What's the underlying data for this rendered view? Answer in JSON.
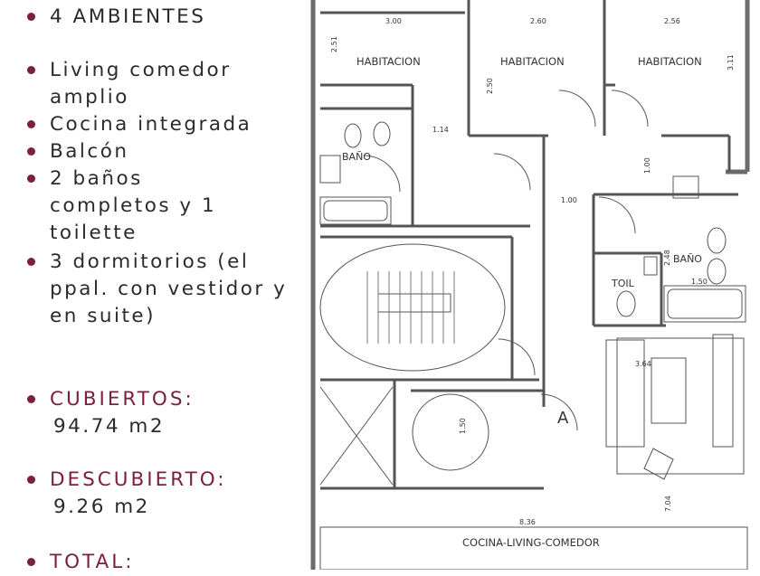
{
  "features": {
    "ambientes": "4 AMBIENTES",
    "living": "Living comedor amplio",
    "cocina": "Cocina integrada",
    "balcon": "Balcón",
    "banos": "2 baños completos y 1 toilette",
    "dormitorios": "3 dormitorios (el ppal. con vestidor y en suite)"
  },
  "areas": {
    "cubiertos_label": "CUBIERTOS:",
    "cubiertos_value": "94.74 m2",
    "descubierto_label": "DESCUBIERTO:",
    "descubierto_value": "9.26 m2",
    "total_label": "TOTAL:"
  },
  "plan": {
    "rooms": {
      "habitacion_1": "HABITACION",
      "habitacion_2": "HABITACION",
      "habitacion_3": "HABITACION",
      "bano_1": "BAÑO",
      "bano_2": "BAÑO",
      "toilette": "TOIL",
      "cocina_living": "COCINA-LIVING-COMEDOR",
      "marker_a": "A"
    },
    "dimensions": {
      "d_300": "3.00",
      "d_260": "2.60",
      "d_256": "2.56",
      "d_251": "2.51",
      "d_311": "3.11",
      "d_250": "2.50",
      "d_114": "1.14",
      "d_100a": "1.00",
      "d_100b": "1.00",
      "d_248": "2.48",
      "d_150a": "1.50",
      "d_364": "3.64",
      "d_150b": "1.50",
      "d_704": "7.04",
      "d_836": "8.36"
    }
  },
  "colors": {
    "accent": "#7a1f3d",
    "text": "#2b2b2b",
    "wall": "#6b6b6b"
  }
}
